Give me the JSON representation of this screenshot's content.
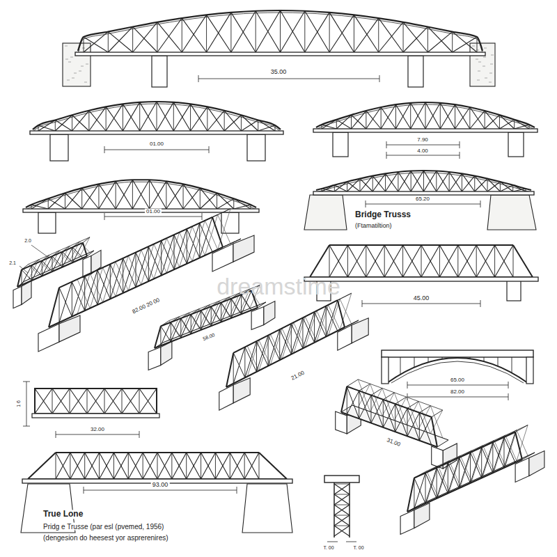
{
  "diagram": {
    "labels": [
      "35.00",
      "01.00",
      "7.90",
      "4.00",
      "01.00",
      "65.20",
      "Bridge Trusss",
      "(Ftamatiltion)",
      "45.00",
      "2.0",
      "2.1",
      "82.00 20 00",
      "58.00",
      "21.00",
      "65.00",
      "82.00",
      "1 6",
      "32.00",
      "31.00",
      "93.00",
      "True Lone",
      "Pridg e Trusse (par esl (pvemed, 1956)",
      "(dengesion do heesest yor asprerenires)",
      "T. 00",
      "T. 00",
      "dreamstime"
    ]
  }
}
